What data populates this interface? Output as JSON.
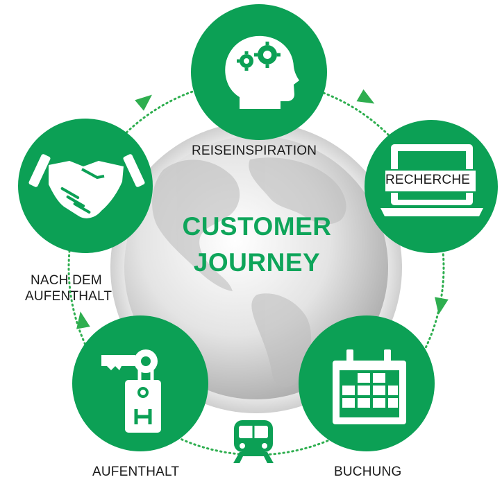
{
  "colors": {
    "green": "#0ca055",
    "globe_light": "#eeeeee",
    "globe_dark": "#a8a8a8",
    "title_green": "#0ea55a",
    "dot_green": "#2eae4f"
  },
  "center": {
    "line1": "CUSTOMER",
    "line2": "JOURNEY"
  },
  "stages": {
    "inspiration": {
      "label": "REISEINSPIRATION",
      "icon": "head-gears-icon"
    },
    "research": {
      "label": "RECHERCHE",
      "icon": "laptop-icon"
    },
    "booking": {
      "label": "BUCHUNG",
      "icon": "calendar-icon"
    },
    "stay": {
      "label": "AUFENTHALT",
      "icon": "hotel-key-icon"
    },
    "after_stay": {
      "label_line1": "NACH DEM",
      "label_line2": "AUFENTHALT",
      "icon": "handshake-icon"
    }
  },
  "transport_icon": "train-icon"
}
